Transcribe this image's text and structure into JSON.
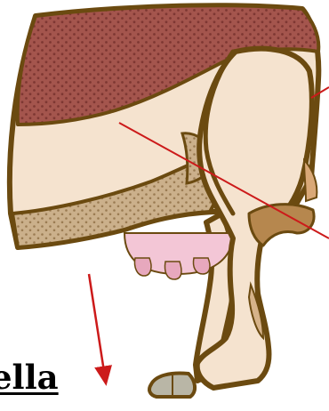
{
  "caption": {
    "partial_word": "ella"
  },
  "colors": {
    "outline": "#6b4a10",
    "skin": "#f5e3cf",
    "spots_dark": "#a4554d",
    "spots_tan": "#cbb08b",
    "udder": "#f3c6d6",
    "hoof": "#b9b6a6",
    "pointer_line": "#cc1a1a"
  },
  "pointers": [
    {
      "name": "pointer-line-hip",
      "label": ""
    },
    {
      "name": "pointer-line-knee",
      "label": ""
    },
    {
      "name": "pointer-arrow-caption",
      "label": ""
    }
  ]
}
